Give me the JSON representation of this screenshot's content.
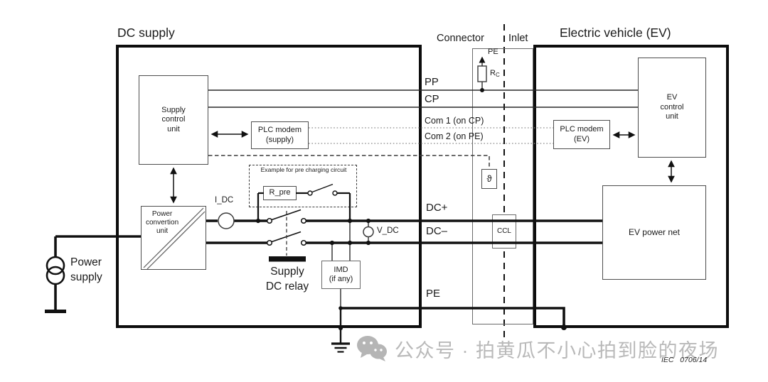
{
  "titles": {
    "dc_supply": "DC supply",
    "connector": "Connector",
    "inlet": "Inlet",
    "electric_vehicle": "Electric vehicle (EV)"
  },
  "blocks": {
    "supply_control_unit": "Supply\ncontrol\nunit",
    "plc_modem_supply": "PLC modem\n(supply)",
    "power_convertion_unit": "Power\nconvertion\nunit",
    "precharge_note": "Example for pre charging circuit",
    "r_pre": "R_pre",
    "imd": "IMD\n(if any)",
    "supply_dc_relay": "Supply\nDC relay",
    "power_supply": "Power\nsupply",
    "theta": "ϑ",
    "ccl": "CCL",
    "rc_main": "R",
    "rc_sub": "C",
    "pe_top": "PE",
    "i_dc": "I_DC",
    "v_dc": "V_DC",
    "ev_control_unit": "EV\ncontrol\nunit",
    "plc_modem_ev": "PLC modem\n(EV)",
    "ev_power_net": "EV power net"
  },
  "lines": {
    "pp": "PP",
    "cp": "CP",
    "com1": "Com 1 (on CP)",
    "com2": "Com 2 (on PE)",
    "dc_plus": "DC+",
    "dc_minus": "DC–",
    "pe": "PE"
  },
  "footer": {
    "figure_ref": "IEC   0706/14"
  },
  "watermark": {
    "text": "公众号 · 拍黄瓜不小心拍到脸的夜场",
    "color": "#b9b9b9"
  },
  "colors": {
    "wire": "#141414",
    "signal": "#2a2a2a",
    "dotted": "#8a8a8a",
    "box_border": "#4d4d4d",
    "background": "#ffffff",
    "watermark": "#b9b9b9"
  }
}
